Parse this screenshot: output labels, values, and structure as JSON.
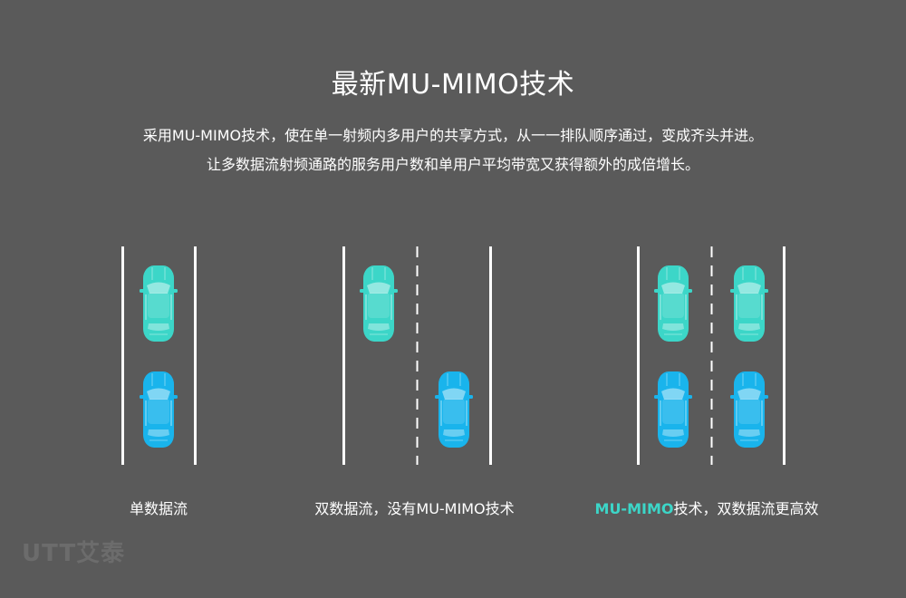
{
  "title": "最新MU-MIMO技术",
  "description": {
    "line1": "采用MU-MIMO技术，使在单一射频内多用户的共享方式，从一一排队顺序通过，变成齐头并进。",
    "line2": "让多数据流射频通路的服务用户数和单用户平均带宽又获得额外的成倍增长。"
  },
  "captions": {
    "single": "单数据流",
    "dual_no_mimo": "双数据流，没有MU-MIMO技术",
    "mimo_highlight": "MU-MIMO",
    "mimo_rest": "技术，双数据流更高效"
  },
  "watermark": "UTT艾泰",
  "colors": {
    "background": "#5a5a5a",
    "car_teal": "#3cd6c8",
    "car_blue": "#19b4ec",
    "lane_line": "#ffffff"
  },
  "icons": [
    "car-icon"
  ]
}
